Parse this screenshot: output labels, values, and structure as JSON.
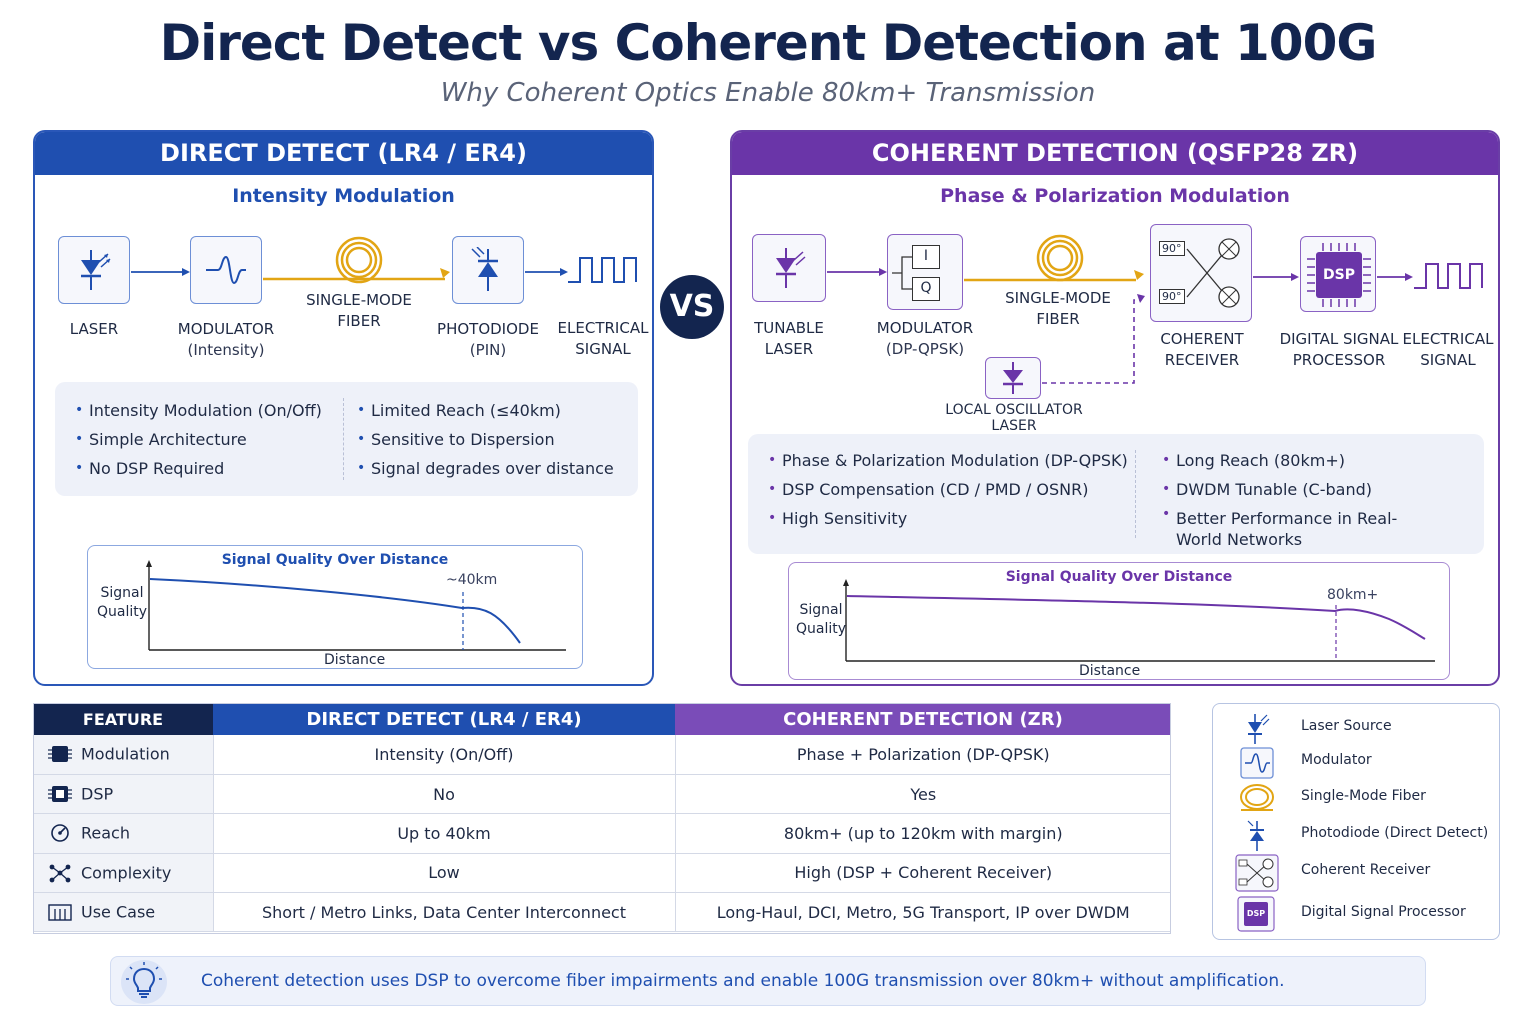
{
  "title": "Direct Detect vs Coherent Detection at 100G",
  "subtitle": "Why Coherent Optics Enable 80km+ Transmission",
  "vs": "VS",
  "direct": {
    "header": "DIRECT DETECT (LR4 / ER4)",
    "subheader": "Intensity Modulation",
    "components": {
      "laser": "LASER",
      "modulator": "MODULATOR",
      "modulator_sub": "(Intensity)",
      "fiber_1": "SINGLE-MODE",
      "fiber_2": "FIBER",
      "photodiode": "PHOTODIODE",
      "photodiode_sub": "(PIN)",
      "electrical_1": "ELECTRICAL",
      "electrical_2": "SIGNAL"
    },
    "bullets_left": [
      "Intensity Modulation (On/Off)",
      "Simple Architecture",
      "No DSP Required"
    ],
    "bullets_right": [
      "Limited Reach (≤40km)",
      "Sensitive to Dispersion",
      "Signal degrades over distance"
    ],
    "chart": {
      "title": "Signal Quality Over Distance",
      "ylabel_1": "Signal",
      "ylabel_2": "Quality",
      "xlabel": "Distance",
      "marker": "~40km"
    }
  },
  "coherent": {
    "header": "COHERENT DETECTION (QSFP28 ZR)",
    "subheader": "Phase & Polarization Modulation",
    "components": {
      "laser_1": "TUNABLE",
      "laser_2": "LASER",
      "modulator": "MODULATOR",
      "modulator_sub": "(DP-QPSK)",
      "i_label": "I",
      "q_label": "Q",
      "fiber_1": "SINGLE-MODE",
      "fiber_2": "FIBER",
      "receiver_1": "COHERENT",
      "receiver_2": "RECEIVER",
      "hybrid_label_1": "90°",
      "hybrid_label_2": "90°",
      "dsp_chip": "DSP",
      "dsp_1": "DIGITAL SIGNAL",
      "dsp_2": "PROCESSOR",
      "electrical_1": "ELECTRICAL",
      "electrical_2": "SIGNAL",
      "lo_1": "LOCAL OSCILLATOR",
      "lo_2": "LASER"
    },
    "bullets_left": [
      "Phase & Polarization Modulation (DP-QPSK)",
      "DSP Compensation (CD / PMD / OSNR)",
      "High Sensitivity"
    ],
    "bullets_right": [
      "Long Reach (80km+)",
      "DWDM Tunable (C-band)",
      "Better Performance in Real-World Networks"
    ],
    "chart": {
      "title": "Signal Quality Over Distance",
      "ylabel_1": "Signal",
      "ylabel_2": "Quality",
      "xlabel": "Distance",
      "marker": "80km+"
    }
  },
  "table": {
    "headers": [
      "FEATURE",
      "DIRECT DETECT (LR4 / ER4)",
      "COHERENT DETECTION (ZR)"
    ],
    "rows": [
      {
        "feature": "Modulation",
        "icon": "chip-icon",
        "direct": "Intensity (On/Off)",
        "coherent": "Phase + Polarization (DP-QPSK)"
      },
      {
        "feature": "DSP",
        "icon": "dsp-chip-icon",
        "direct": "No",
        "coherent": "Yes"
      },
      {
        "feature": "Reach",
        "icon": "reach-icon",
        "direct": "Up to 40km",
        "coherent": "80km+ (up to 120km with margin)"
      },
      {
        "feature": "Complexity",
        "icon": "network-icon",
        "direct": "Low",
        "coherent": "High (DSP + Coherent Receiver)"
      },
      {
        "feature": "Use Case",
        "icon": "building-icon",
        "direct": "Short / Metro Links, Data Center Interconnect",
        "coherent": "Long-Haul, DCI, Metro, 5G Transport, IP over DWDM"
      }
    ]
  },
  "legend": [
    {
      "icon": "laser-icon",
      "label": "Laser Source"
    },
    {
      "icon": "modulator-icon",
      "label": "Modulator"
    },
    {
      "icon": "fiber-icon",
      "label": "Single-Mode Fiber"
    },
    {
      "icon": "photodiode-icon",
      "label": "Photodiode (Direct Detect)"
    },
    {
      "icon": "coherent-receiver-icon",
      "label": "Coherent Receiver"
    },
    {
      "icon": "dsp-icon",
      "label": "Digital Signal Processor"
    }
  ],
  "legend_dsp_chip": "DSP",
  "note": "Coherent detection uses DSP to overcome fiber impairments and enable 100G transmission over 80km+ without amplification.",
  "colors": {
    "direct_accent": "#1f4fb0",
    "coherent_accent": "#6a35a8",
    "title": "#13254f",
    "fiber": "#e2a514"
  }
}
